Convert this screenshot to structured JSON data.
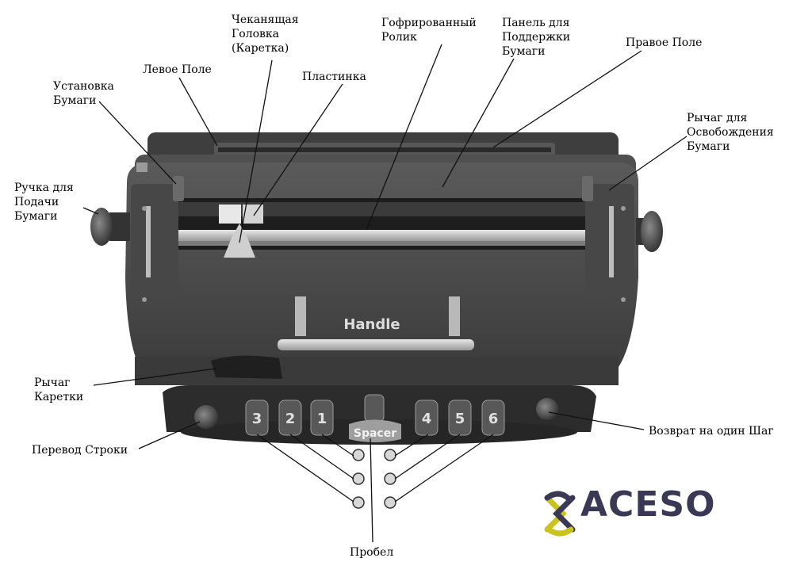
{
  "labels": {
    "chekan": [
      "Чеканящая",
      "Головка",
      "(Каретка)"
    ],
    "gofr": [
      "Гофрированный",
      "Ролик"
    ],
    "panel": [
      "Панель для",
      "Поддержки",
      "Бумаги"
    ],
    "right_margin": "Правое Поле",
    "left_margin": "Левое Поле",
    "plate": "Пластинка",
    "paper_set": [
      "Установка",
      "Бумаги"
    ],
    "release": [
      "Рычаг для",
      "Освобождения",
      "Бумаги"
    ],
    "knob": [
      "Ручка для",
      "Подачи",
      "Бумаги"
    ],
    "carriage_lever": [
      "Рычаг",
      "Каретки"
    ],
    "line_feed": "Перевод Строки",
    "backspace": "Возврат на один Шаг",
    "space": "Пробел"
  },
  "machine": {
    "handle_text": "Handle",
    "spacer_text": "Spacer",
    "keys": [
      "3",
      "2",
      "1",
      "4",
      "5",
      "6"
    ]
  },
  "logo": {
    "text": "ACESO",
    "colors": {
      "text": "#3a3854",
      "accent": "#c9c21f"
    }
  },
  "colors": {
    "body": "#4a4a4a",
    "body_dark": "#2e2e2e",
    "body_light": "#6a6a6a",
    "metal": "#cfcfcf"
  }
}
